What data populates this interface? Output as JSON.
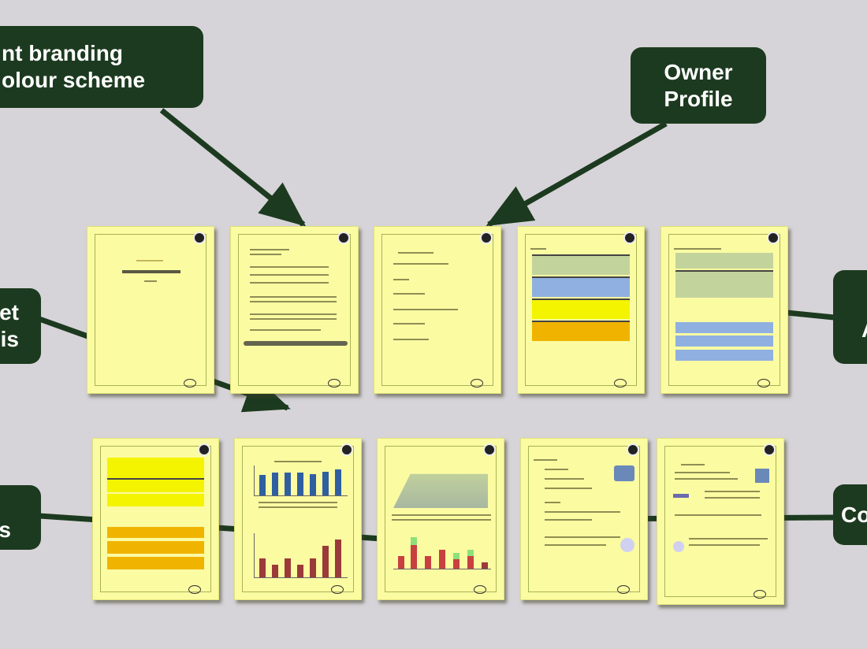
{
  "callouts": {
    "branding": {
      "line1": "nt branding",
      "line2": "olour scheme"
    },
    "owner_profile": {
      "line1": "Owner",
      "line2": "Profile"
    },
    "market_analysis": {
      "line1": "et",
      "line2": "is"
    },
    "financials": {
      "line1": "s"
    },
    "right_a": {
      "line1": "A"
    },
    "right_co": {
      "line1": "Co"
    }
  },
  "colors": {
    "callout_bg": "#1c3a1f",
    "page_bg": "#fbfba2",
    "background": "#d6d4d8",
    "green_block": "#c3d39c",
    "blue_block": "#8fb0e0",
    "yellow_block": "#f4f400",
    "orange_block": "#f0b400",
    "bar_blue": "#2f5fa0",
    "bar_red": "#9b3a3a"
  }
}
